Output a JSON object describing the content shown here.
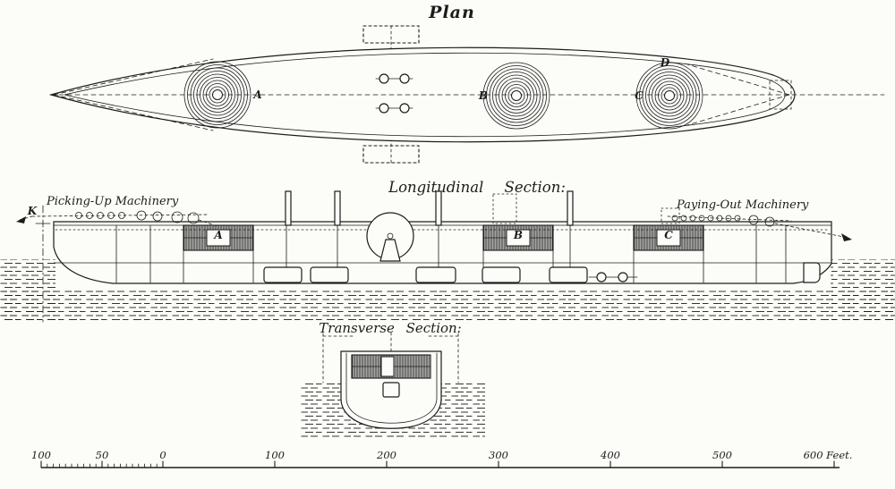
{
  "figure": {
    "plan": {
      "title": "Plan",
      "tank_labels": {
        "a": "A",
        "b": "B",
        "c": "C",
        "d": "D"
      }
    },
    "longitudinal": {
      "title": "Longitudinal Section:",
      "picking_up_label": "Picking-Up Machinery",
      "paying_out_label": "Paying-Out Machinery",
      "left_mark": "K",
      "tank_labels": {
        "a": "A",
        "b": "B",
        "c": "C"
      }
    },
    "transverse": {
      "title": "Transverse Section:"
    },
    "scale_bar": {
      "ticks": [
        "100",
        "50",
        "0",
        "100",
        "200",
        "300",
        "400",
        "500",
        "600 Feet."
      ]
    }
  }
}
